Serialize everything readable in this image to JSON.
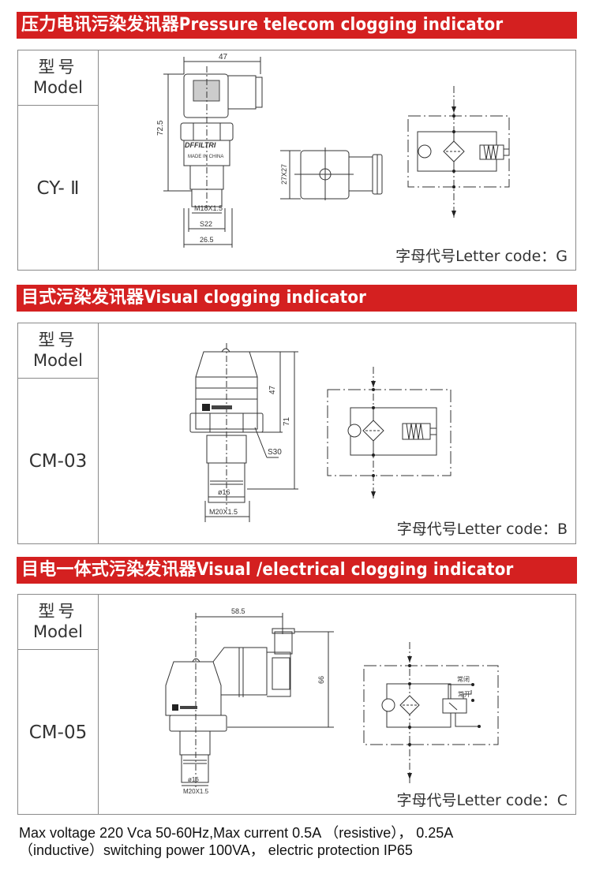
{
  "sections": [
    {
      "banner": "压力电讯污染发讯器Pressure telecom clogging indicator",
      "model_label_cn": "型号",
      "model_label_en": "Model",
      "model": "CY- Ⅱ",
      "letter_code": "字母代号Letter code：G",
      "dimensions": {
        "width_top": "47",
        "height": "72.5",
        "thread": "M18X1.5",
        "hex": "S22",
        "base": "26.5",
        "connector": "27X27"
      },
      "product_marking": {
        "brand": "DFFILTRI",
        "origin": "MADE IN CHINA"
      }
    },
    {
      "banner": "目式污染发讯器Visual clogging indicator",
      "model_label_cn": "型号",
      "model_label_en": "Model",
      "model": "CM-03",
      "letter_code": "字母代号Letter code：B",
      "dimensions": {
        "upper": "47",
        "total": "71",
        "hex": "S30",
        "diameter": "ø16",
        "thread": "M20X1.5"
      }
    },
    {
      "banner": "目电一体式污染发讯器Visual /electrical clogging indicator",
      "model_label_cn": "型号",
      "model_label_en": "Model",
      "model": "CM-05",
      "letter_code": "字母代号Letter code：C",
      "dimensions": {
        "width": "58.5",
        "height": "66",
        "diameter": "ø16",
        "thread": "M20X1.5"
      },
      "switch_labels": {
        "normally_closed": "常闭",
        "normally_open": "常开"
      }
    }
  ],
  "footer": {
    "line1": "Max voltage 220 Vca  50-60Hz,Max current 0.5A （resistive）， 0.25A",
    "line2": "（inductive）switching power 100VA，  electric protection IP65"
  },
  "colors": {
    "banner_bg": "#d42020",
    "banner_text": "#ffffff",
    "border": "#8a8a8a",
    "line": "#333333"
  }
}
